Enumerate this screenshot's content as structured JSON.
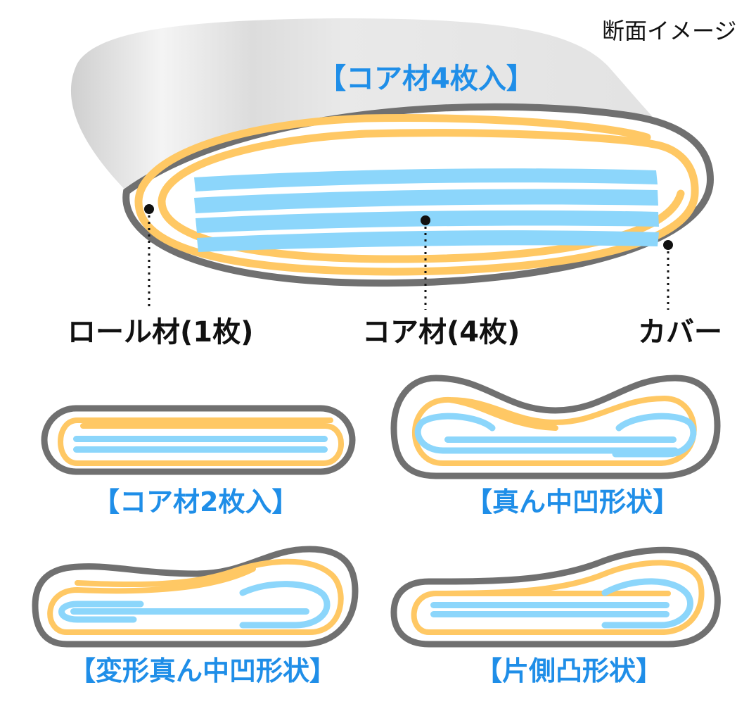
{
  "header": {
    "label": "断面イメージ"
  },
  "main_diagram": {
    "title": "【コア材4枚入】",
    "callouts": {
      "roll": "ロール材(1枚)",
      "core": "コア材(4枚)",
      "cover": "カバー"
    }
  },
  "variants": [
    {
      "label": "【コア材2枚入】"
    },
    {
      "label": "【真ん中凹形状】"
    },
    {
      "label": "【変形真ん中凹形状】"
    },
    {
      "label": "【片側凸形状】"
    }
  ],
  "colors": {
    "cover": "#707070",
    "roll": "#ffc864",
    "core": "#8cd6fb",
    "title_blue": "#1f8ee8",
    "body": "#e6e6e6",
    "text": "#111111"
  }
}
